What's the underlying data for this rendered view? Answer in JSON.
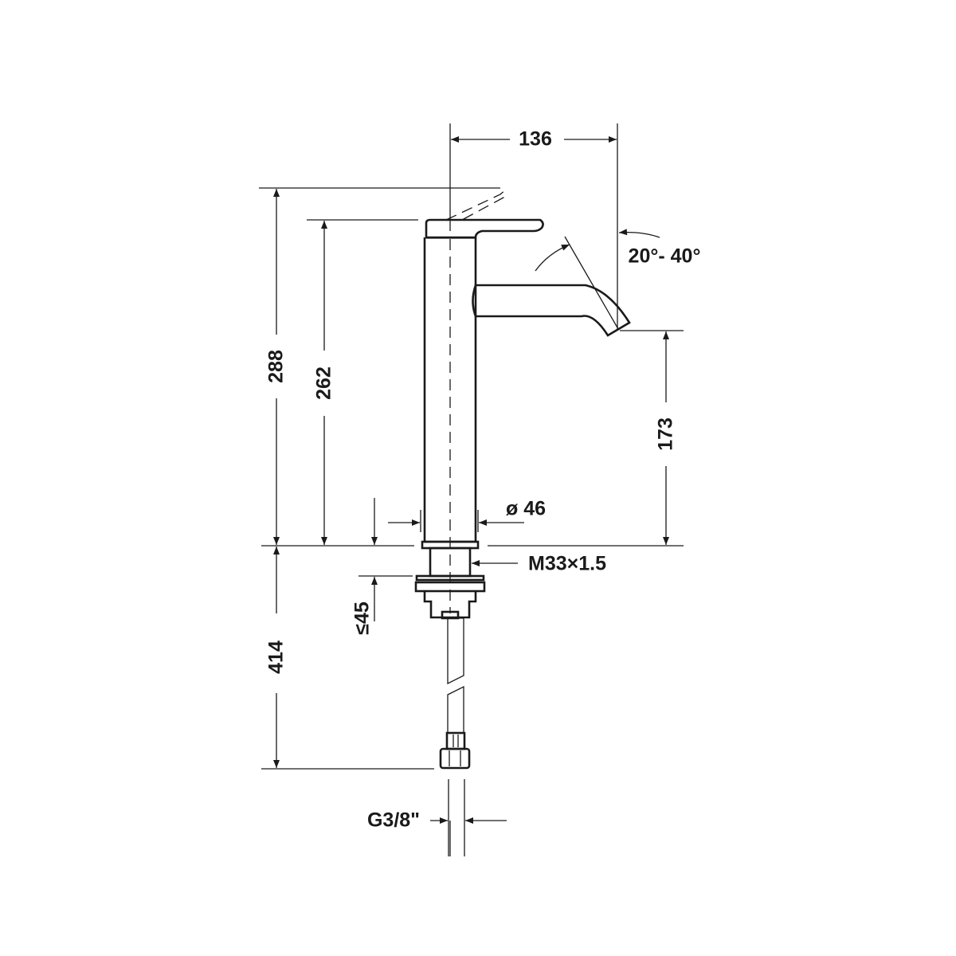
{
  "title": "Basin mixer dimension drawing",
  "dimensions": {
    "spout_reach": "136",
    "spout_angle": "20°- 40°",
    "total_height_lever_up": "288",
    "height_to_lever": "262",
    "spout_outlet_height": "173",
    "body_diameter": "ø 46",
    "thread": "M33×1.5",
    "max_deck_thickness": "≤45",
    "hose_length": "414",
    "connection": "G3/8\""
  },
  "colors": {
    "line": "#1a1a1a",
    "background": "#ffffff"
  }
}
